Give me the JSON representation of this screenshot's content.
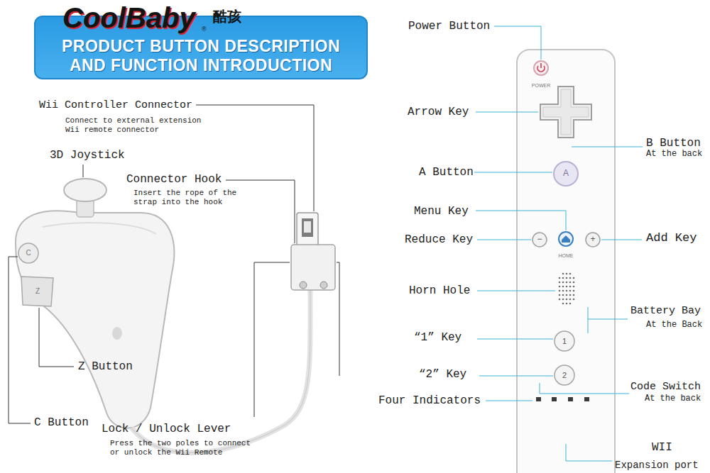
{
  "diagram": {
    "nodes": [
      {
        "text": [
          "PRODUCT BUTTON DESCRIPTION AND FUNCTION INTRODUCTION"
        ]
      }
    ],
    "edges": [],
    "labels": [
      "Wii Controller Connector",
      "Connect to external extension Wii remote connector",
      "3D Joystick",
      "Connector Hook",
      "Insert the rope of the strap into the hook",
      "Z Button",
      "C Button",
      "Lock / Unlock Lever",
      "Press the two poles to connect or unlock the Wii Remote",
      "Power Button",
      "Arrow Key",
      "B Button",
      "At the back",
      "A Button",
      "Menu Key",
      "Reduce Key",
      "Add Key",
      "Horn Hole",
      "Battery Bay",
      "At the Back",
      "“1” Key",
      "“2” Key",
      "Code Switch",
      "At the back",
      "Four Indicators",
      "WII",
      "Expansion port",
      "POWER",
      "A",
      "HOME",
      "1",
      "2",
      "C",
      "Z",
      "−",
      "+",
      "CoolBaby",
      "®",
      "酷孩"
    ]
  }
}
